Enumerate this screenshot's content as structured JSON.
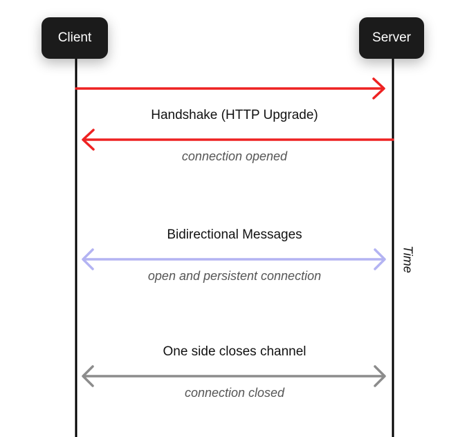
{
  "participants": {
    "client": "Client",
    "server": "Server"
  },
  "time_label": "Time",
  "phases": [
    {
      "title": "Handshake (HTTP Upgrade)",
      "note": "connection opened",
      "color": "#ee2222"
    },
    {
      "title": "Bidirectional Messages",
      "note": "open and persistent connection",
      "color": "#b3b3f2"
    },
    {
      "title": "One side closes channel",
      "note": "connection closed",
      "color": "#8c8c8c"
    }
  ],
  "colors": {
    "actor_bg": "#1b1b1b",
    "lifeline": "#000000"
  }
}
